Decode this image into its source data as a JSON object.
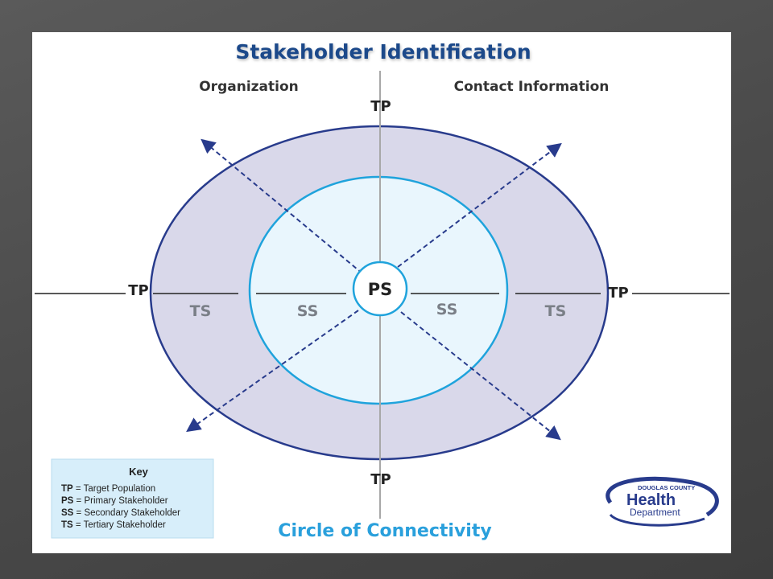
{
  "slide": {
    "title": "Stakeholder Identification",
    "subtitle": "Circle of Connectivity",
    "left_heading": "Organization",
    "right_heading": "Contact Information"
  },
  "diagram": {
    "center_label": "PS",
    "ring_labels": {
      "ss_left": "SS",
      "ss_right": "SS",
      "ts_left": "TS",
      "ts_right": "TS"
    },
    "tp_labels": {
      "top": "TP",
      "bottom": "TP",
      "left": "TP",
      "right": "TP"
    }
  },
  "key": {
    "title": "Key",
    "items": [
      {
        "abbr": "TP",
        "desc": " = Target Population"
      },
      {
        "abbr": "PS",
        "desc": " = Primary Stakeholder"
      },
      {
        "abbr": "SS",
        "desc": " = Secondary Stakeholder"
      },
      {
        "abbr": "TS",
        "desc": " = Tertiary Stakeholder"
      }
    ]
  },
  "logo": {
    "line1": "DOUGLAS COUNTY",
    "line2": "Health",
    "line3": "Department"
  },
  "colors": {
    "title_blue": "#1f4a8a",
    "subtitle_blue": "#2aa0dc",
    "outer_fill": "#d9d8ea",
    "outer_stroke": "#283b8c",
    "inner_fill": "#e9f6fd",
    "inner_stroke": "#1fa3dc",
    "ring_label_gray": "#7a7f87",
    "key_fill": "#d7eefa"
  }
}
